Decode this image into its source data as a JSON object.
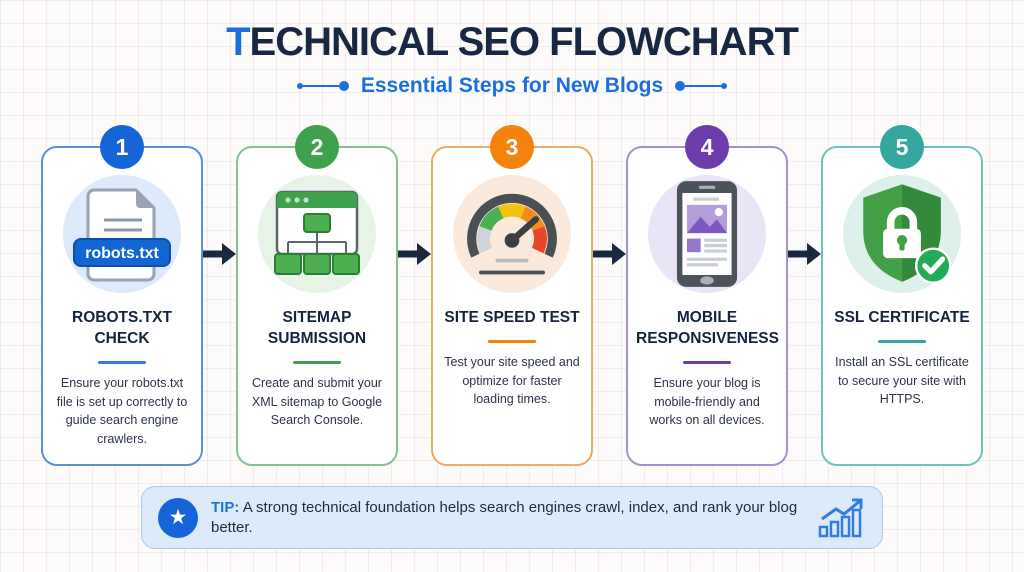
{
  "header": {
    "title_accent": "T",
    "title_rest": "ECHNICAL SEO FLOWCHART",
    "subtitle": "Essential Steps for New Blogs"
  },
  "steps": [
    {
      "number": "1",
      "title": "ROBOTS.TXT CHECK",
      "description": "Ensure your robots.txt file is set up correctly to guide search engine crawlers.",
      "icon": "document-robots-txt-icon",
      "file_label": "robots.txt",
      "accent_color": "#1565d8"
    },
    {
      "number": "2",
      "title": "SITEMAP SUBMISSION",
      "description": "Create and submit your XML sitemap to Google Search Console.",
      "icon": "sitemap-tree-icon",
      "accent_color": "#3fa14c"
    },
    {
      "number": "3",
      "title": "SITE SPEED TEST",
      "description": "Test your site speed and optimize for faster loading times.",
      "icon": "speedometer-icon",
      "accent_color": "#f5820d"
    },
    {
      "number": "4",
      "title": "MOBILE RESPONSIVENESS",
      "description": "Ensure your blog is mobile-friendly and works on all devices.",
      "icon": "smartphone-icon",
      "accent_color": "#6d3caa"
    },
    {
      "number": "5",
      "title": "SSL CERTIFICATE",
      "description": "Install an SSL certificate to secure your site with HTTPS.",
      "icon": "shield-lock-check-icon",
      "accent_color": "#35a79f"
    }
  ],
  "tip": {
    "label": "TIP:",
    "text": "A strong technical foundation helps search engines crawl, index, and rank your blog better.",
    "left_icon": "star-icon",
    "left_icon_glyph": "★",
    "right_icon": "growth-chart-icon",
    "bar_color": "#ddeafb"
  }
}
